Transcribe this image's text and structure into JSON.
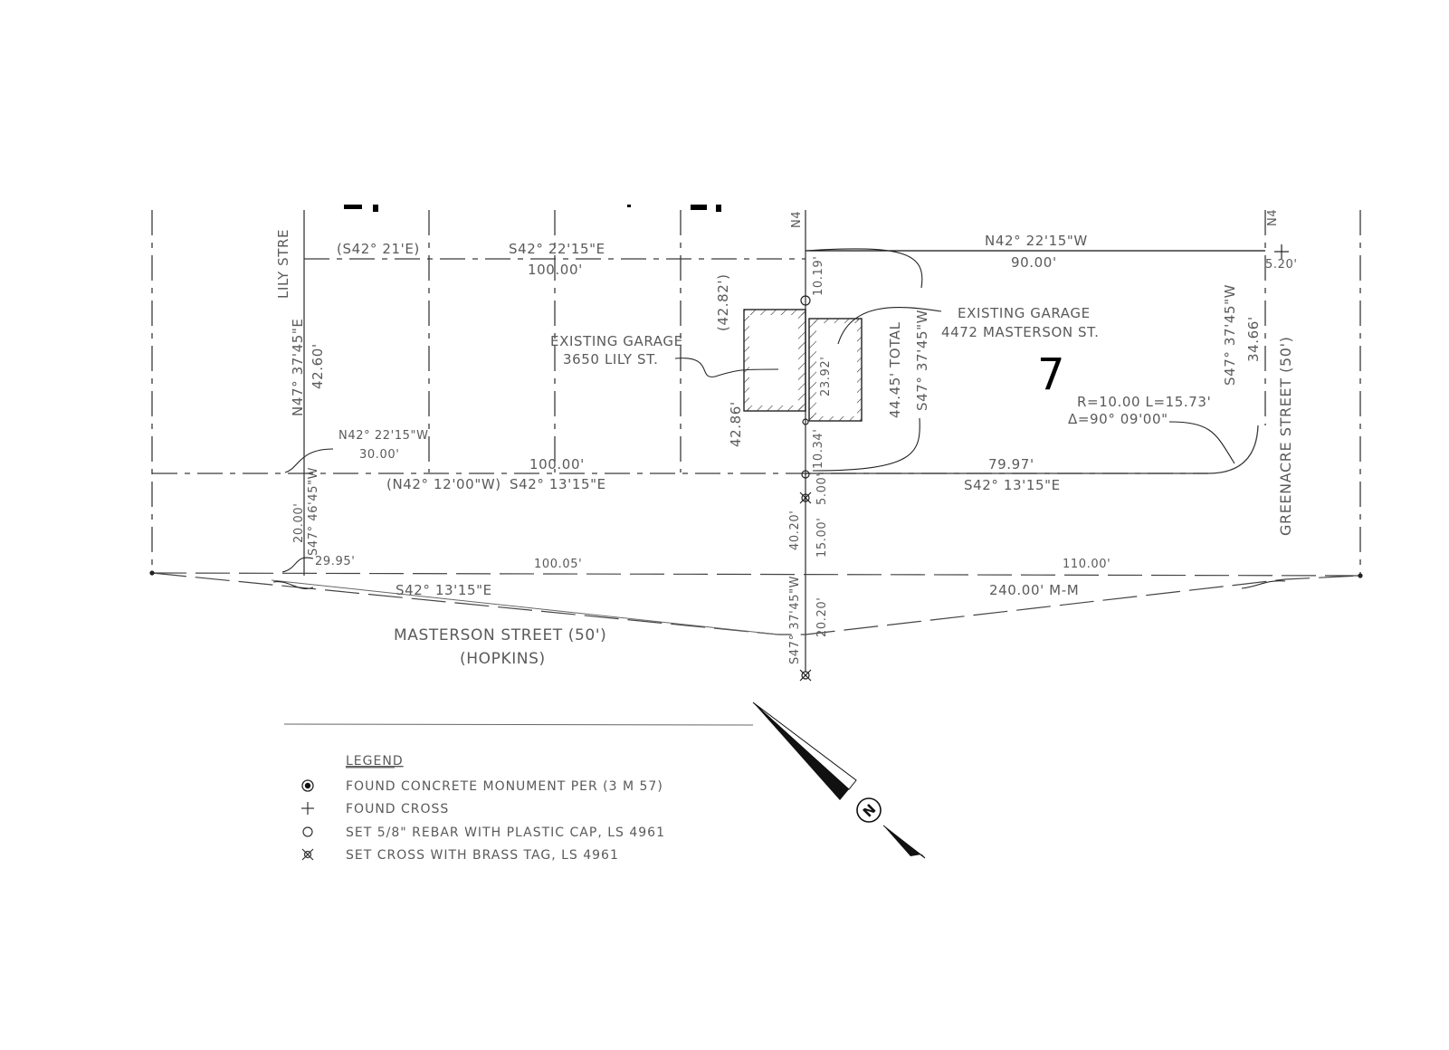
{
  "labels": {
    "lily_street": "LILY STRE",
    "n4_top_mid": "N4",
    "n4_top_right": "N4",
    "s42_21e": "(S42° 21'E)",
    "s42_2215e_top": "S42° 22'15\"E",
    "d100_top": "100.00'",
    "n42_2215w_top": "N42° 22'15\"W",
    "d90": "90.00'",
    "d5_20": "5.20'",
    "d10_19": "10.19'",
    "d42_82": "(42.82')",
    "garage_lily_1": "EXISTING GARAGE",
    "garage_lily_2": "3650 LILY ST.",
    "garage_mast_1": "EXISTING GARAGE",
    "garage_mast_2": "4472 MASTERSON ST.",
    "d23_92": "23.92'",
    "d44_45_total": "44.45' TOTAL",
    "s47_3745w_mid": "S47° 37'45\"W",
    "lot_7": "7",
    "s47_3745w_right": "S47° 37'45\"W",
    "d34_66": "34.66'",
    "greenacre": "GREENACRE STREET (50')",
    "curve_1": "R=10.00 L=15.73'",
    "curve_2": "Δ=90° 09'00\"",
    "n47_3745e": "N47° 37'45\"E",
    "d42_60": "42.60'",
    "d42_86": "42.86'",
    "n42_2215w_left": "N42° 22'15\"W",
    "d30": "30.00'",
    "d100_mid": "100.00'",
    "n42_12w": "(N42° 12'00\"W)",
    "s42_1315e_mid": "S42° 13'15\"E",
    "d10_34": "10.34'",
    "d79_97": "79.97'",
    "s42_1315e_right": "S42° 13'15\"E",
    "d5_00": "5.00'",
    "d20_00": "20.00'",
    "s47_4645w": "S47° 46'45\"W",
    "d29_95": "29.95'",
    "d40_20": "40.20'",
    "d15_00": "15.00'",
    "d100_05": "100.05'",
    "d110": "110.00'",
    "s42_1315e_bottom": "S42° 13'15\"E",
    "d240_mm": "240.00' M-M",
    "masterson_1": "MASTERSON STREET (50')",
    "masterson_2": "(HOPKINS)",
    "s47_3745w_bottom": "S47° 37'45\"W",
    "d20_20": "20.20'"
  },
  "north_arrow": {
    "letter": "N"
  },
  "legend": {
    "title": "LEGEND",
    "items": [
      {
        "symbol": "filled-circle",
        "text": "FOUND CONCRETE MONUMENT PER (3 M 57)"
      },
      {
        "symbol": "plus",
        "text": "FOUND CROSS"
      },
      {
        "symbol": "open-circle",
        "text": "SET 5/8\" REBAR WITH PLASTIC CAP, LS 4961"
      },
      {
        "symbol": "cross-tag",
        "text": "SET CROSS WITH BRASS TAG, LS 4961"
      }
    ]
  }
}
